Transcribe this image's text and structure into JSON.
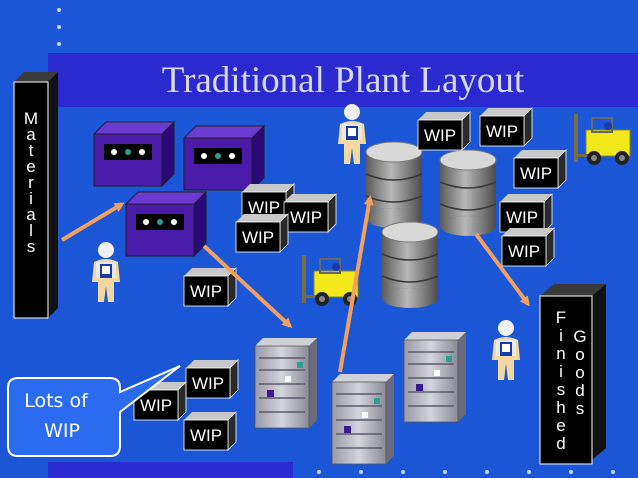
{
  "title": "Traditional Plant Layout",
  "materials_letters": [
    "M",
    "a",
    "t",
    "e",
    "r",
    "i",
    "a",
    "l",
    "s"
  ],
  "finished_letters": [
    "F",
    "i",
    "n",
    "i",
    "s",
    "h",
    "e",
    "d"
  ],
  "goods_letters": [
    "G",
    "o",
    "o",
    "d",
    "s"
  ],
  "wip_label": "WIP",
  "callout": {
    "line1": "Lots of",
    "line2": "WIP"
  },
  "colors": {
    "background": "#1a56d6",
    "title_bar": "#2a2ad0",
    "machine_purple": "#4a1aa8",
    "arrow": "#f0a060",
    "forklift_yellow": "#f2e81a",
    "callout_fill": "#2a6bf0"
  }
}
